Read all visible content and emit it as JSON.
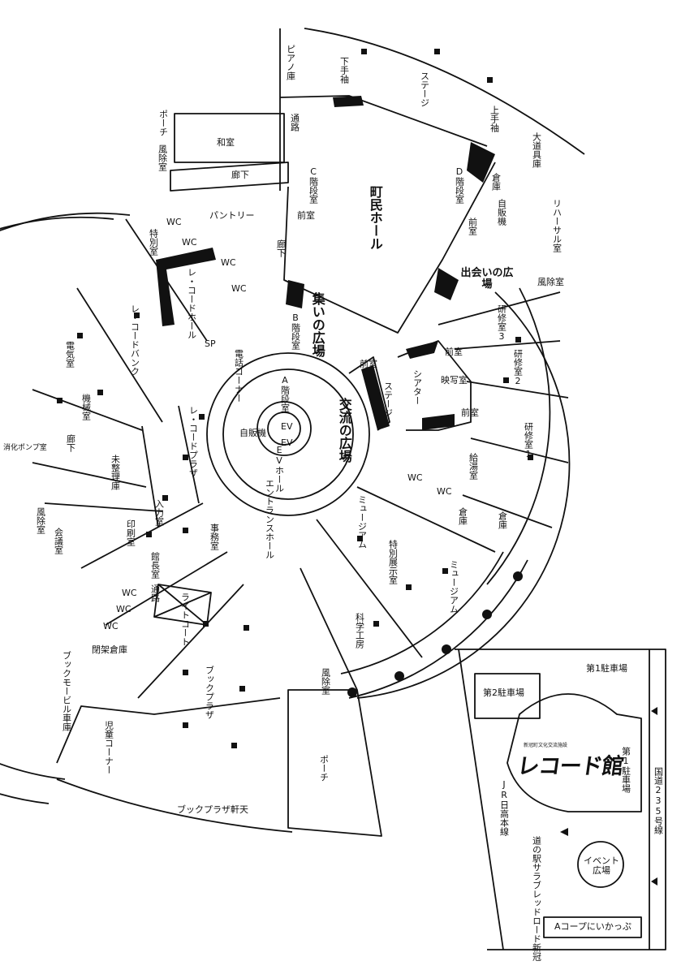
{
  "labels": {
    "piano": "ピアノ庫",
    "shimote": "下手袖",
    "stage_main": "ステージ",
    "kamite": "上手袖",
    "odogu": "大道具庫",
    "rehearsal": "リハーサル室",
    "town_hall": "町民ホール",
    "porch_top": "ポーチ",
    "fujo_top": "風除室",
    "washitsu": "和室",
    "roka_top": "廊下",
    "tsuro_top": "通路",
    "c_stair": "C階段室",
    "d_stair": "D階段室",
    "souko_top": "倉庫",
    "vending_top": "自販機",
    "maemuro_d": "前室",
    "maemuro_c": "前室",
    "pantry": "パントリー",
    "tokubetsu": "特別室",
    "wc_1": "WC",
    "wc_2": "WC",
    "wc_3": "WC",
    "wc_4": "WC",
    "roka_mid": "廊下",
    "record_hall": "レ・コードホール",
    "record_bank": "レ・コードバンク",
    "sp": "SP",
    "b_stair": "B階段室",
    "tsudoi": "集いの広場",
    "deai": "出会いの広場",
    "fujo_right": "風除室",
    "kenshu3": "研修室3",
    "kenshu2": "研修室2",
    "kenshu1": "研修室1",
    "maemuro_r1": "前室",
    "eisha": "映写室",
    "maemuro_r2": "前室",
    "theater": "シアター",
    "maemuro_t": "前室",
    "stage_small": "ステージ",
    "denki": "電気室",
    "denwa": "電話コーナー",
    "a_stair": "A階段室",
    "ev1": "EV",
    "ev2": "EV",
    "evhall": "EVホール",
    "vending_mid": "自販機",
    "koryu": "交流の広場",
    "kikai": "機械室",
    "record_plaza": "レ・コードプラザ",
    "shouka": "消化ポンプ室",
    "roka_left": "廊下",
    "miseiri": "未整理庫",
    "kyuto": "給湯室",
    "wc_5": "WC",
    "wc_6": "WC",
    "souko_r1": "倉庫",
    "souko_r2": "倉庫",
    "fujo_left": "風除室",
    "kaigi": "会議室",
    "nyuryoku": "入力室",
    "insatsu": "印刷室",
    "jimu": "事務室",
    "entrance": "エントランスホール",
    "museum1": "ミュージアム",
    "tokubetsu_tenji": "特別展示室",
    "museum2": "ミュージアム",
    "kancho": "館長室",
    "tsuro_left": "通路",
    "wc_7": "WC",
    "wc_8": "WC",
    "wc_9": "WC",
    "light_court": "ライトコート",
    "kagaku": "科学工房",
    "kaika": "閉架倉庫",
    "bookmobile": "ブックモービル車庫",
    "book_plaza": "ブックプラザ",
    "fujo_bottom": "風除室",
    "jido": "児童コーナー",
    "porch_bottom": "ポーチ",
    "book_eaves": "ブックプラザ軒天"
  },
  "site_map": {
    "parking1_top": "第1駐車場",
    "parking2": "第2駐車場",
    "parking1_side": "第1駐車場",
    "route": "国道235号線",
    "jr": "JR日高本線",
    "michinoeki": "道の駅サラブレッドロード新冠",
    "event": "イベント広場",
    "coop": "Aコープにいかっぷ",
    "logo_text": "レコード館",
    "logo_sub": "新冠町文化交流施設"
  }
}
